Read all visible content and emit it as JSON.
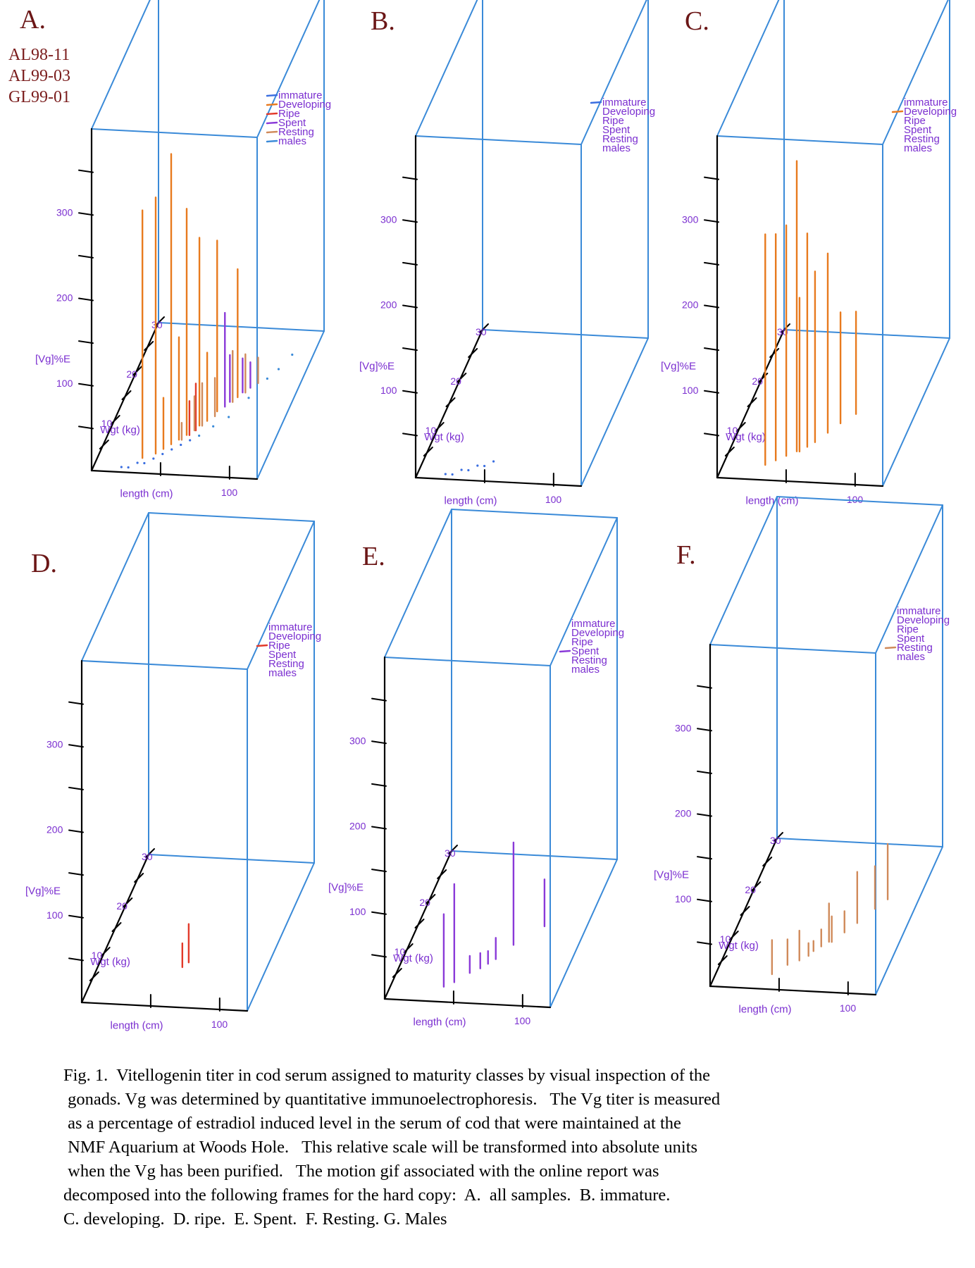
{
  "sample_ids": [
    "AL98-11",
    "AL99-03",
    "GL99-01"
  ],
  "colors": {
    "box": "#3a8ad8",
    "axis": "#000000",
    "label": "#7b2fd0",
    "panel_letter": "#6b1616",
    "immature": "#3a6ee0",
    "developing": "#e87a1e",
    "ripe": "#e23a2a",
    "spent": "#8a3ad8",
    "resting": "#d08a5a",
    "males": "#3a8ad8"
  },
  "legend_labels": [
    "immature",
    "Developing",
    "Ripe",
    "Spent",
    "Resting",
    "males"
  ],
  "axis_labels": {
    "vertical": "[Vg]%E",
    "weight": "Wgt (kg)",
    "length": "length (cm)"
  },
  "tick_labels": {
    "vertical": [
      "100",
      "200",
      "300"
    ],
    "weight": [
      "10",
      "20",
      "30"
    ],
    "length": [
      "100"
    ]
  },
  "chart_data": [
    {
      "type": "3d-spike",
      "panel": "A.",
      "subset": "all samples",
      "legend_active": "all",
      "xlabel": "length (cm)",
      "ylabel": "Wgt (kg)",
      "zlabel": "[Vg]%E",
      "series": [
        {
          "name": "Developing",
          "color": "#e87a1e",
          "points": [
            [
              32,
              3,
              290
            ],
            [
              40,
              4,
              300
            ],
            [
              48,
              6,
              340
            ],
            [
              56,
              8,
              265
            ],
            [
              62,
              10,
              220
            ],
            [
              70,
              13,
              200
            ],
            [
              80,
              16,
              150
            ],
            [
              52,
              7,
              120
            ],
            [
              66,
              11,
              80
            ],
            [
              44,
              5,
              60
            ]
          ]
        },
        {
          "name": "Ripe",
          "color": "#e23a2a",
          "points": [
            [
              58,
              8,
              40
            ],
            [
              61,
              9,
              55
            ]
          ]
        },
        {
          "name": "Spent",
          "color": "#8a3ad8",
          "points": [
            [
              74,
              14,
              110
            ],
            [
              82,
              17,
              40
            ],
            [
              86,
              18,
              30
            ],
            [
              76,
              15,
              55
            ]
          ]
        },
        {
          "name": "Resting",
          "color": "#d08a5a",
          "points": [
            [
              60,
              9,
              40
            ],
            [
              64,
              10,
              50
            ],
            [
              70,
              12,
              45
            ],
            [
              78,
              15,
              60
            ],
            [
              84,
              17,
              45
            ],
            [
              90,
              19,
              30
            ],
            [
              54,
              7,
              20
            ]
          ]
        },
        {
          "name": "immature",
          "color": "#3a6ee0",
          "points": [
            [
              20,
              1,
              3
            ],
            [
              25,
              1,
              3
            ],
            [
              30,
              2,
              4
            ],
            [
              35,
              2,
              4
            ],
            [
              40,
              3,
              5
            ],
            [
              45,
              4,
              6
            ],
            [
              50,
              5,
              6
            ],
            [
              55,
              6,
              7
            ],
            [
              60,
              7,
              8
            ]
          ]
        },
        {
          "name": "males",
          "color": "#3a8ad8",
          "points": [
            [
              65,
              8,
              3
            ],
            [
              72,
              10,
              4
            ],
            [
              80,
              12,
              3
            ],
            [
              88,
              16,
              3
            ],
            [
              95,
              20,
              4
            ],
            [
              100,
              22,
              2
            ],
            [
              105,
              25,
              3
            ]
          ]
        }
      ]
    },
    {
      "type": "3d-spike",
      "panel": "B.",
      "subset": "immature",
      "legend_active": "immature",
      "xlabel": "length (cm)",
      "ylabel": "Wgt (kg)",
      "zlabel": "[Vg]%E",
      "series": [
        {
          "name": "immature",
          "color": "#3a6ee0",
          "points": [
            [
              20,
              1,
              2
            ],
            [
              25,
              1,
              2
            ],
            [
              30,
              2,
              3
            ],
            [
              35,
              2,
              3
            ],
            [
              40,
              3,
              3
            ],
            [
              45,
              3,
              4
            ],
            [
              50,
              4,
              4
            ]
          ]
        }
      ]
    },
    {
      "type": "3d-spike",
      "panel": "C.",
      "subset": "developing",
      "legend_active": "Developing",
      "xlabel": "length (cm)",
      "ylabel": "Wgt (kg)",
      "zlabel": "[Vg]%E",
      "series": [
        {
          "name": "Developing",
          "color": "#e87a1e",
          "points": [
            [
              30,
              3,
              270
            ],
            [
              36,
              4,
              265
            ],
            [
              42,
              5,
              270
            ],
            [
              48,
              6,
              340
            ],
            [
              54,
              7,
              250
            ],
            [
              58,
              8,
              200
            ],
            [
              64,
              10,
              210
            ],
            [
              70,
              12,
              130
            ],
            [
              78,
              14,
              120
            ],
            [
              50,
              6,
              180
            ]
          ]
        }
      ]
    },
    {
      "type": "3d-spike",
      "panel": "D.",
      "subset": "ripe",
      "legend_active": "Ripe",
      "xlabel": "length (cm)",
      "ylabel": "Wgt (kg)",
      "zlabel": "[Vg]%E",
      "series": [
        {
          "name": "Ripe",
          "color": "#e23a2a",
          "points": [
            [
              60,
              8,
              28
            ],
            [
              63,
              9,
              45
            ]
          ]
        }
      ]
    },
    {
      "type": "3d-spike",
      "panel": "E.",
      "subset": "Spent",
      "legend_active": "Spent",
      "xlabel": "length (cm)",
      "ylabel": "Wgt (kg)",
      "zlabel": "[Vg]%E",
      "series": [
        {
          "name": "Spent",
          "color": "#8a3ad8",
          "points": [
            [
              38,
              3,
              85
            ],
            [
              44,
              4,
              115
            ],
            [
              52,
              6,
              20
            ],
            [
              58,
              7,
              18
            ],
            [
              62,
              8,
              15
            ],
            [
              66,
              9,
              25
            ],
            [
              74,
              12,
              120
            ],
            [
              90,
              16,
              55
            ]
          ]
        }
      ]
    },
    {
      "type": "3d-spike",
      "panel": "F.",
      "subset": "Resting",
      "legend_active": "Resting",
      "xlabel": "length (cm)",
      "ylabel": "Wgt (kg)",
      "zlabel": "[Vg]%E",
      "series": [
        {
          "name": "Resting",
          "color": "#d08a5a",
          "points": [
            [
              40,
              3,
              40
            ],
            [
              48,
              5,
              30
            ],
            [
              55,
              6,
              35
            ],
            [
              60,
              7,
              15
            ],
            [
              66,
              9,
              20
            ],
            [
              72,
              10,
              30
            ],
            [
              78,
              12,
              25
            ],
            [
              84,
              14,
              60
            ],
            [
              92,
              17,
              50
            ],
            [
              98,
              19,
              65
            ],
            [
              70,
              10,
              45
            ],
            [
              62,
              8,
              12
            ]
          ]
        }
      ]
    }
  ],
  "caption_lines": [
    "Fig. 1.  Vitellogenin titer in cod serum assigned to maturity classes by visual inspection of the",
    " gonads. Vg was determined by quantitative immunoelectrophoresis.   The Vg titer is measured",
    " as a percentage of estradiol induced level in the serum of cod that were maintained at the",
    " NMF Aquarium at Woods Hole.   This relative scale will be transformed into absolute units",
    " when the Vg has been purified.   The motion gif associated with the online report was",
    "decomposed into the following frames for the hard copy:  A.  all samples.  B. immature.",
    "C. developing.  D. ripe.  E. Spent.  F. Resting. G. Males"
  ]
}
